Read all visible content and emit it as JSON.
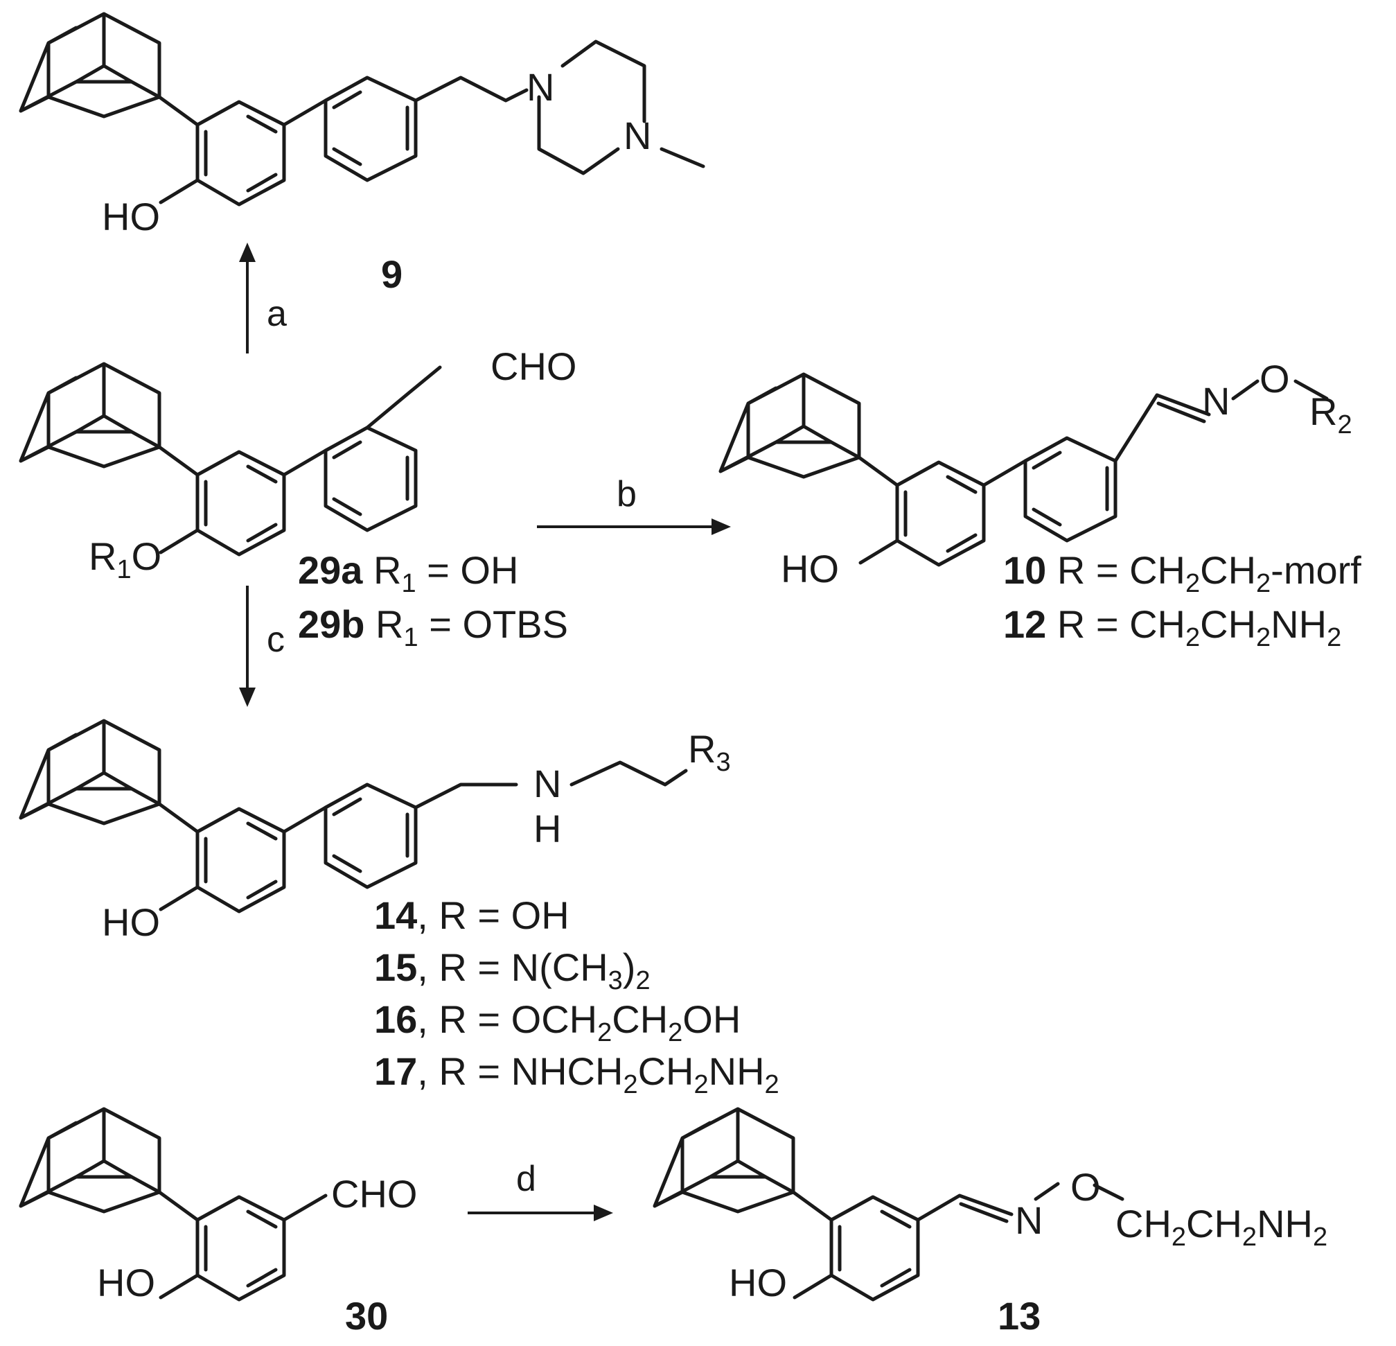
{
  "steps": {
    "a": "a",
    "b": "b",
    "c": "c",
    "d": "d"
  },
  "atoms": {
    "ho": "HO",
    "n": "N",
    "o": "O",
    "nh_n": "N",
    "nh_h": "H",
    "cho": "CHO",
    "r1o": "R",
    "r1o_sub": "1",
    "r1o_o": "O",
    "r2": "R",
    "r2_sub": "2",
    "r3": "R",
    "r3_sub": "3"
  },
  "compounds": {
    "c9": "9",
    "c29a": "29a",
    "c29b": "29b",
    "c10": "10",
    "c12": "12",
    "c14": "14",
    "c15": "15",
    "c16": "16",
    "c17": "17",
    "c30": "30",
    "c13": "13"
  },
  "captions": {
    "c29a_r": " R",
    "c29a_sub": "1",
    "c29a_val": " = OH",
    "c29b_r": " R",
    "c29b_sub": "1",
    "c29b_val": " = OTBS",
    "c10_a": " R = CH",
    "c10_s1": "2",
    "c10_b": "CH",
    "c10_s2": "2",
    "c10_c": "-morf",
    "c12_a": " R = CH",
    "c12_s1": "2",
    "c12_b": "CH",
    "c12_s2": "2",
    "c12_c": "NH",
    "c12_s3": "2",
    "c14_text": ", R = OH",
    "c15_a": ", R = N(CH",
    "c15_s1": "3",
    "c15_b": ")",
    "c15_s2": "2",
    "c16_a": ", R = OCH",
    "c16_s1": "2",
    "c16_b": "CH",
    "c16_s2": "2",
    "c16_c": "OH",
    "c17_a": ", R = NHCH",
    "c17_s1": "2",
    "c17_b": "CH",
    "c17_s2": "2",
    "c17_c": "NH",
    "c17_s3": "2",
    "c13_a": "CH",
    "c13_s1": "2",
    "c13_b": "CH",
    "c13_s2": "2",
    "c13_c": "NH",
    "c13_s3": "2"
  }
}
